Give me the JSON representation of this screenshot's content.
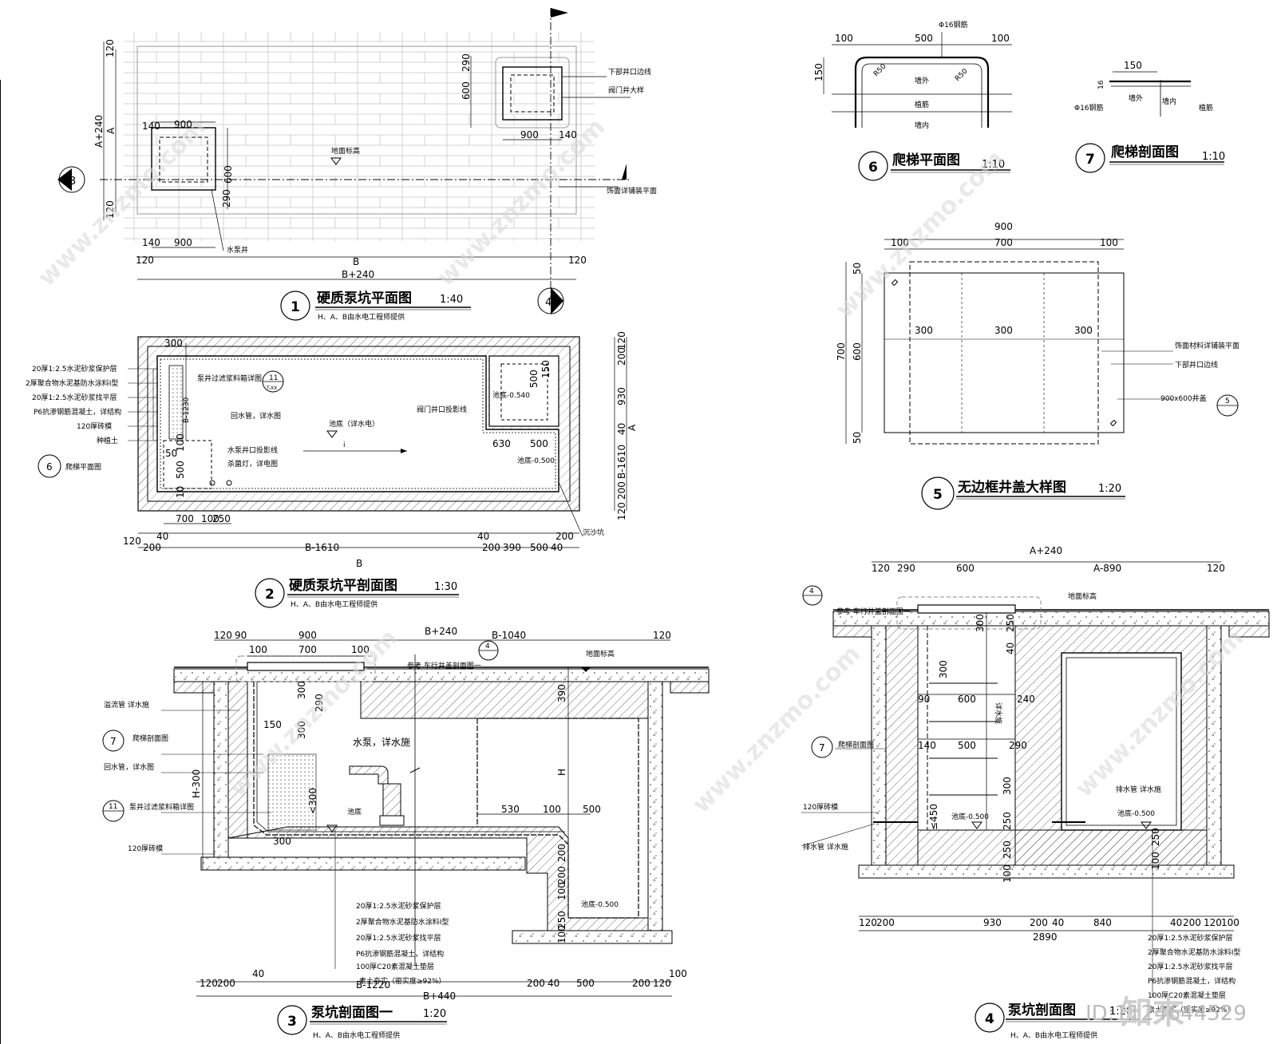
{
  "drawings": [
    {
      "num": "1",
      "title": "硬质泵坑平面图",
      "scale": "1:40",
      "note": "H、A、B由水电工程师提供"
    },
    {
      "num": "2",
      "title": "硬质泵坑平剖面图",
      "scale": "1:30",
      "note": "H、A、B由水电工程师提供"
    },
    {
      "num": "3",
      "title": "泵坑剖面图一",
      "scale": "1:20",
      "note": "H、A、B由水电工程师提供"
    },
    {
      "num": "4",
      "title": "泵坑剖面图",
      "scale": "1:20",
      "note": "H、A、B由水电工程师提供"
    },
    {
      "num": "5",
      "title": "无边框井盖大样图",
      "scale": "1:20"
    },
    {
      "num": "6",
      "title": "爬梯平面图",
      "scale": "1:10"
    },
    {
      "num": "7",
      "title": "爬梯剖面图",
      "scale": "1:10"
    }
  ],
  "d1": {
    "labels": [
      "下部井口边线",
      "阀门井大样",
      "地面标高",
      "饰面详铺装平面",
      "水泵井"
    ],
    "dims": [
      "140",
      "900",
      "290",
      "600",
      "900",
      "140",
      "120",
      "A+240",
      "A",
      "600",
      "290",
      "120",
      "140",
      "900",
      "120",
      "B",
      "B+240",
      "120"
    ]
  },
  "d2": {
    "layers": [
      "20厚1:2.5水泥砂浆保护层",
      "2厚聚合物水泥基防水涂料Ⅰ型",
      "20厚1:2.5水泥砂浆找平层",
      "P6抗渗钢筋混凝土，详结构",
      "120厚砖模",
      "种植土"
    ],
    "labels": [
      "泵井过滤浆料箱详图",
      "B-1230",
      "回水管，详水图",
      "池底（详水电）",
      "i",
      "水泵井口投影线",
      "杀菌灯，详电图",
      "爬梯平面图",
      "阀门井口投影线",
      "池底-0.540",
      "池底-0.500",
      "沉沙坑"
    ],
    "dims": [
      "300",
      "150",
      "500",
      "630",
      "500",
      "50",
      "100",
      "500",
      "10",
      "120",
      "200",
      "930",
      "40",
      "A",
      "B-1610",
      "200",
      "120",
      "700",
      "100",
      "250",
      "120",
      "200",
      "40",
      "B-1610",
      "40",
      "200",
      "390",
      "500",
      "40",
      "200",
      "B"
    ]
  },
  "d3": {
    "labels": [
      "参考  车行井盖剖面图一",
      "地面标高",
      "溢流管  详水施",
      "爬梯剖面图",
      "回水管，详水图",
      "泵井过滤浆料箱详图",
      "120厚砖模",
      "水泵，详水施",
      "池底",
      "池底-0.500",
      "H-300",
      "H"
    ],
    "layers": [
      "20厚1:2.5水泥砂浆保护层",
      "2厚聚合物水泥基防水涂料Ⅰ型",
      "20厚1:2.5水泥砂浆找平层",
      "P6抗渗钢筋混凝土，详结构",
      "100厚C20素混凝土垫层",
      "素土夯实（密实度≥92%）"
    ],
    "dims": [
      "B+240",
      "120",
      "90",
      "900",
      "B-1040",
      "120",
      "100",
      "700",
      "100",
      "300",
      "290",
      "300",
      "150",
      "<300",
      "300",
      "530",
      "100",
      "500",
      "390",
      "200",
      "200",
      "100",
      "250",
      "100",
      "120",
      "200",
      "40",
      "B-1220",
      "200",
      "40",
      "500",
      "200",
      "120",
      "100",
      "B+440"
    ]
  },
  "d4": {
    "labels": [
      "参考  车行井盖剖面图一",
      "地面标高",
      "爬梯剖面图",
      "120厚砖模",
      "排水管  详水施",
      "排水管  详水施",
      "池底-0.500",
      "池底-0.500",
      "详水施"
    ],
    "layers": [
      "20厚1:2.5水泥砂浆保护层",
      "2厚聚合物水泥基防水涂料Ⅰ型",
      "20厚1:2.5水泥砂浆找平层",
      "P6抗渗钢筋混凝土，详结构",
      "100厚C20素混凝土垫层",
      "素土夯实（密实度≥92%）"
    ],
    "dims": [
      "A+240",
      "120",
      "290",
      "600",
      "A-890",
      "120",
      "300",
      "250",
      "40",
      "300",
      "90",
      "600",
      "240",
      "140",
      "500",
      "290",
      "300",
      "≤450",
      "250",
      "250",
      "100",
      "250",
      "100",
      "120",
      "200",
      "930",
      "200",
      "40",
      "840",
      "40",
      "200",
      "120",
      "100",
      "2890"
    ]
  },
  "d5": {
    "labels": [
      "饰面材料详铺装平面",
      "下部井口边线",
      "900x600井盖"
    ],
    "dims": [
      "900",
      "100",
      "700",
      "100",
      "300",
      "300",
      "300",
      "700",
      "600",
      "50",
      "50"
    ]
  },
  "d6": {
    "labels": [
      "Φ16钢筋",
      "墙外",
      "R50",
      "R50",
      "植筋",
      "墙内"
    ],
    "dims": [
      "100",
      "500",
      "100",
      "150"
    ]
  },
  "d7": {
    "labels": [
      "Φ16钢筋",
      "墙外",
      "墙内",
      "植筋"
    ],
    "dims": [
      "150",
      "16"
    ]
  },
  "tags": [
    "3",
    "4",
    "6",
    "11",
    "7",
    "11",
    "4",
    "7",
    "4"
  ],
  "tag_sub": "T-XX",
  "badge": "ID:1124644529",
  "watermark": "www.znzmo.com",
  "logo": "知末"
}
